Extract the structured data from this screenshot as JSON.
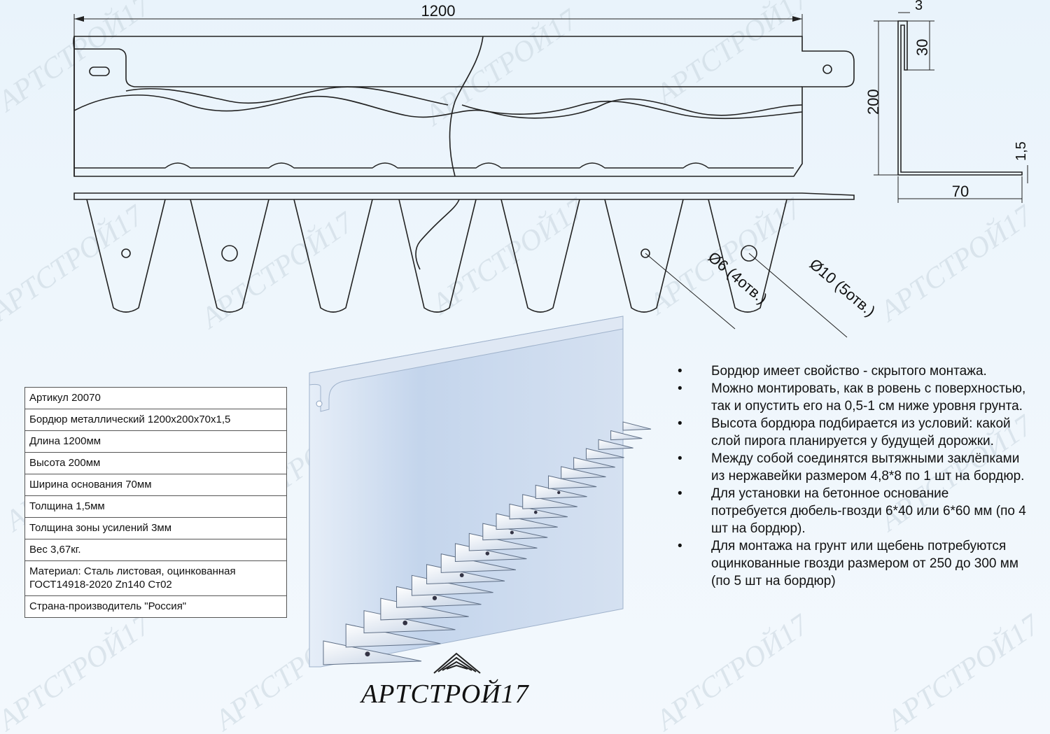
{
  "dimensions": {
    "length": "1200",
    "thickness_top": "3",
    "top_lip": "30",
    "height": "200",
    "sheet_thickness": "1,5",
    "base_width": "70",
    "hole_small": "Ø6 (4отв.)",
    "hole_large": "Ø10 (5отв.)"
  },
  "specs": [
    "Артикул 20070",
    "Бордюр металлический 1200х200х70х1,5",
    "Длина 1200мм",
    "Высота 200мм",
    "Ширина основания 70мм",
    "Толщина 1,5мм",
    "Толщина зоны усилений 3мм",
    "Вес 3,67кг.",
    "Материал: Сталь листовая, оцинкованная ГОСТ14918-2020 Zn140 Ст02",
    "Страна-производитель \"Россия\""
  ],
  "notes": [
    "Бордюр имеет свойство - скрытого монтажа.",
    "Можно монтировать, как в ровень с поверхностью, так и опустить его на 0,5-1 см ниже уровня грунта.",
    "Высота бордюра подбирается из условий: какой слой пирога планируется у будущей дорожки.",
    "Между собой соединятся вытяжными заклёпками из нержавейки размером 4,8*8 по 1 шт на бордюр.",
    "Для установки на бетонное основание потребуется дюбель-гвозди 6*40 или 6*60 мм (по 4 шт на бордюр).",
    "Для монтажа на грунт или щебень потребуются оцинкованные гвозди размером от 250 до 300 мм (по 5 шт на бордюр)"
  ],
  "bullet": "•",
  "brand": "АРТСТРОЙ17",
  "colors": {
    "background": "#eaf3fb",
    "metal": "#c9d9ec",
    "line": "#222222"
  }
}
